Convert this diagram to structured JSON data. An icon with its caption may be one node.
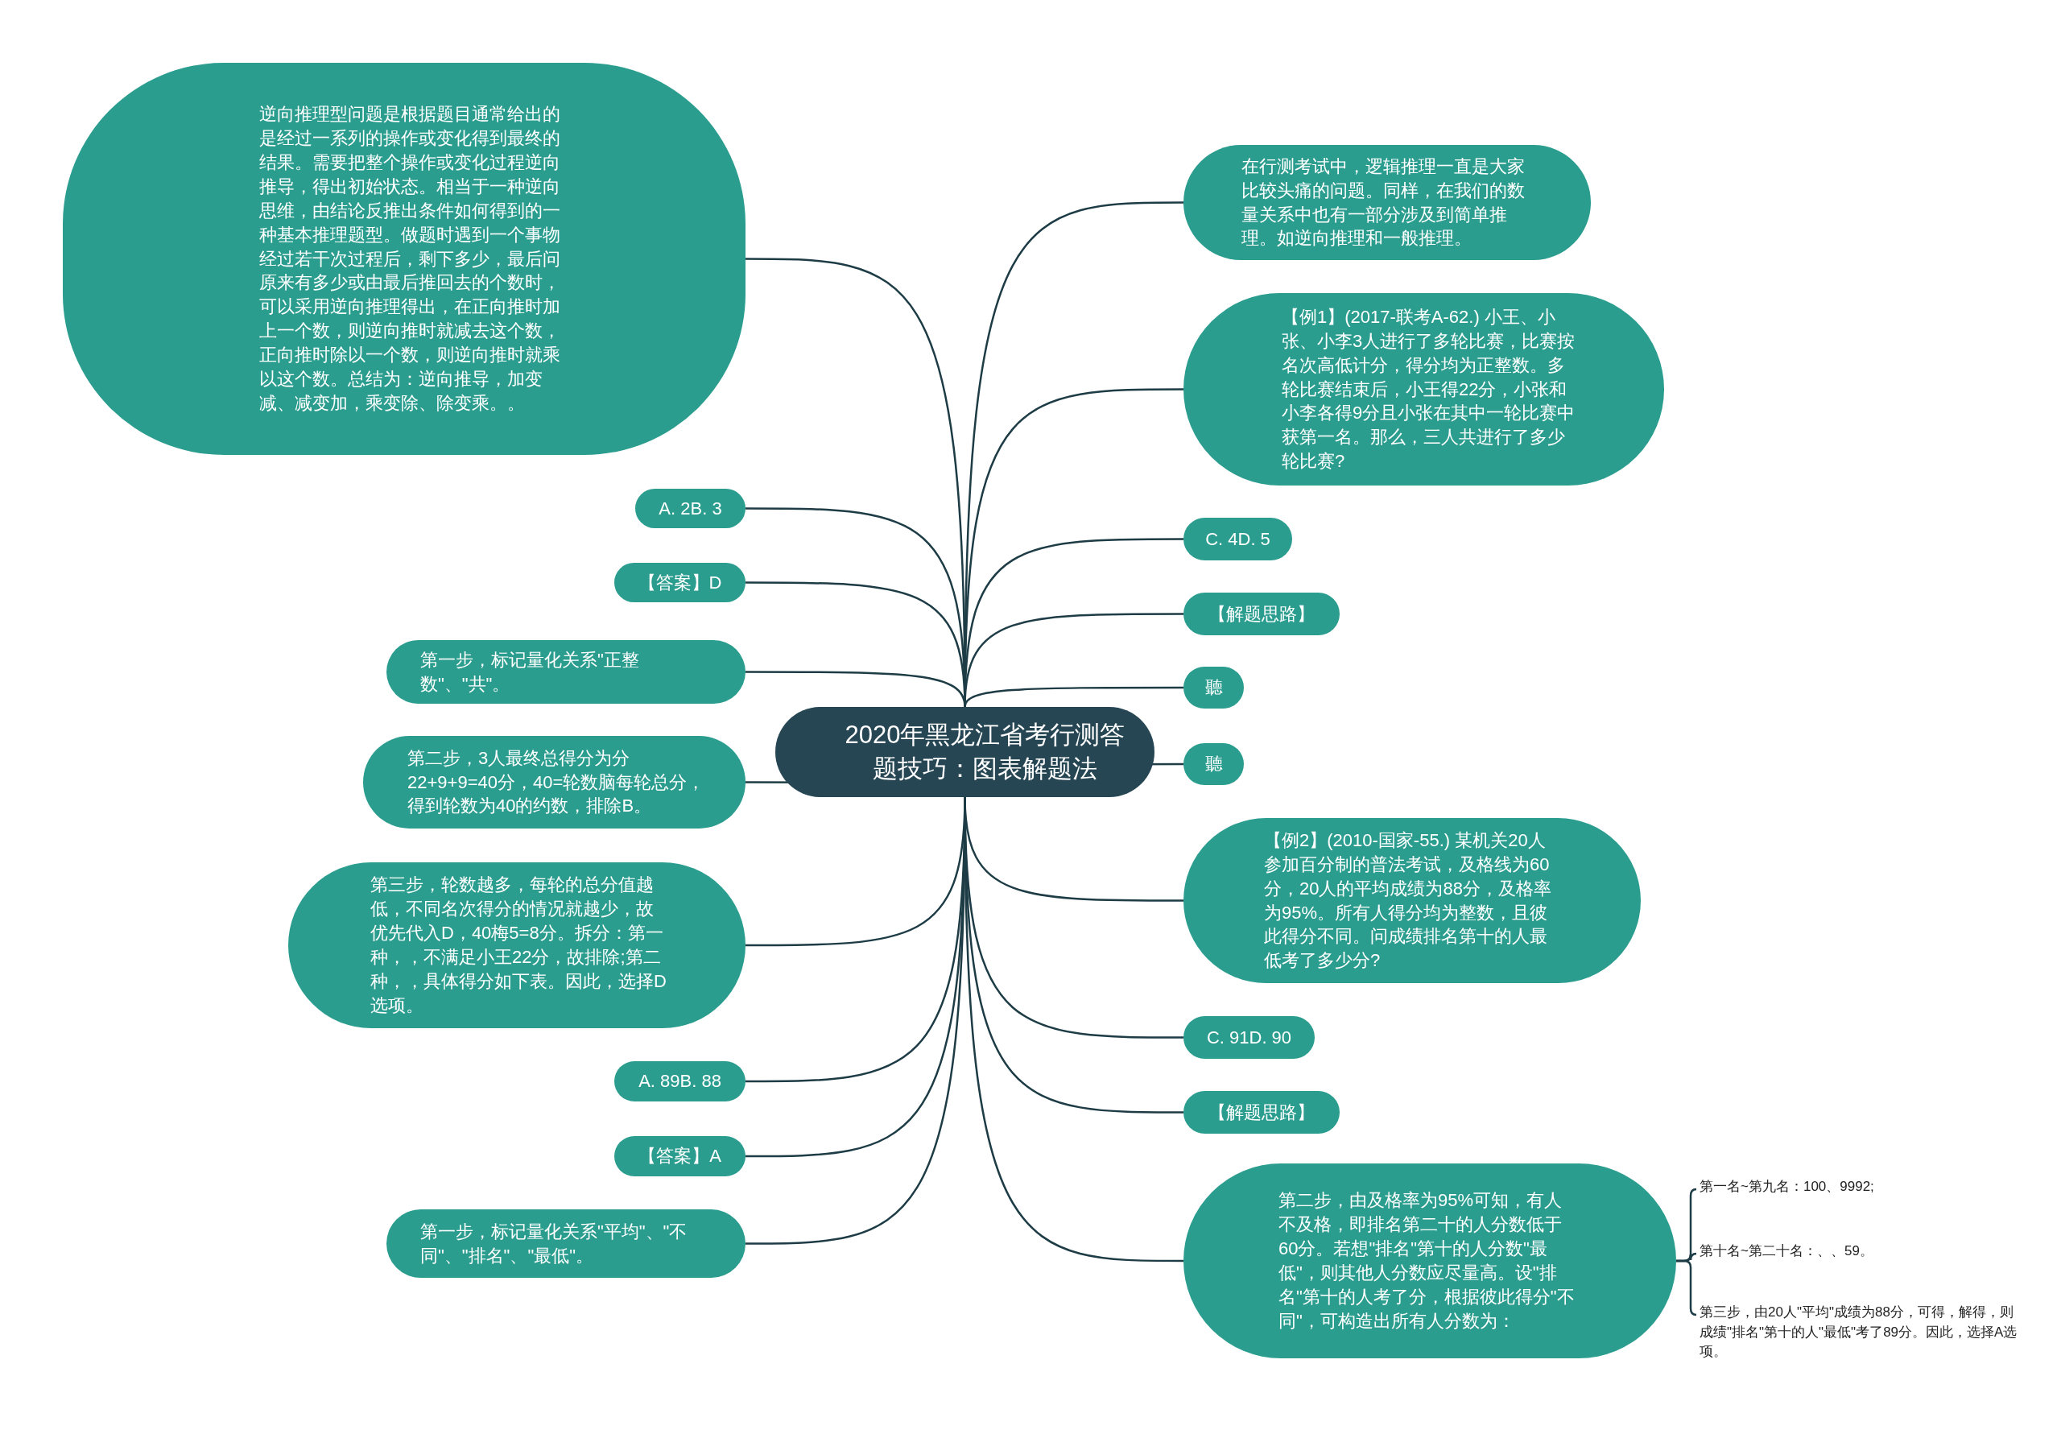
{
  "diagram": {
    "nodes": [
      {
        "text": [
          "2020年黑龙江省考行测答题技巧：图表解题法"
        ]
      },
      {
        "text": [
          "逆向推理型问题是根据题目通常给出的是经过一系列的操作或变化得到最终的结果。需要把整个操作或变化过程逆向推导，得出初始状态。相当于一种逆向思维，由结论反推出条件如何得到的一种基本推理题型。做题时遇到一个事物经过若干次过程后，剩下多少，最后问原来有多少或由最后推回去的个数时，可以采用逆向推理得出，在正向推时加上一个数，则逆向推时就减去这个数，正向推时除以一个数，则逆向推时就乘以这个数。总结为：逆向推导，加变减、减变加，乘变除、除变乘。。"
        ]
      },
      {
        "text": [
          "A. 2B. 3"
        ]
      },
      {
        "text": [
          "【答案】D"
        ]
      },
      {
        "text": [
          "第一步，标记量化关系\"正整数\"、\"共\"。"
        ]
      },
      {
        "text": [
          "第二步，3人最终总得分为分22+9+9=40分，40=轮数脑每轮总分，得到轮数为40的约数，排除B。"
        ]
      },
      {
        "text": [
          "第三步，轮数越多，每轮的总分值越低，不同名次得分的情况就越少，故优先代入D，40梅5=8分。拆分：第一种，，不满足小王22分，故排除;第二种，，具体得分如下表。因此，选择D选项。"
        ]
      },
      {
        "text": [
          "A. 89B. 88"
        ]
      },
      {
        "text": [
          "【答案】A"
        ]
      },
      {
        "text": [
          "第一步，标记量化关系\"平均\"、\"不同\"、\"排名\"、\"最低\"。"
        ]
      },
      {
        "text": [
          "在行测考试中，逻辑推理一直是大家比较头痛的问题。同样，在我们的数量关系中也有一部分涉及到简单推理。如逆向推理和一般推理。"
        ]
      },
      {
        "text": [
          "【例1】(2017-联考A-62.) 小王、小张、小李3人进行了多轮比赛，比赛按名次高低计分，得分均为正整数。多轮比赛结束后，小王得22分，小张和小李各得9分且小张在其中一轮比赛中获第一名。那么，三人共进行了多少轮比赛?"
        ]
      },
      {
        "text": [
          "C. 4D. 5"
        ]
      },
      {
        "text": [
          "【解题思路】"
        ]
      },
      {
        "text": [
          "聽"
        ]
      },
      {
        "text": [
          "聽"
        ]
      },
      {
        "text": [
          "【例2】(2010-国家-55.) 某机关20人参加百分制的普法考试，及格线为60分，20人的平均成绩为88分，及格率为95%。所有人得分均为整数，且彼此得分不同。问成绩排名第十的人最低考了多少分?"
        ]
      },
      {
        "text": [
          "C. 91D. 90"
        ]
      },
      {
        "text": [
          "【解题思路】"
        ]
      },
      {
        "text": [
          "第二步，由及格率为95%可知，有人不及格，即排名第二十的人分数低于60分。若想\"排名\"第十的人分数\"最低\"，则其他人分数应尽量高。设\"排名\"第十的人考了分，根据彼此得分\"不同\"，可构造出所有人分数为："
        ]
      },
      {
        "text": [
          "第一名~第九名：100、9992;"
        ]
      },
      {
        "text": [
          "第十名~第二十名：、、59。"
        ]
      },
      {
        "text": [
          "第三步，由20人\"平均\"成绩为88分，可得，解得，则成绩\"排名\"第十的人\"最低\"考了89分。因此，选择A选项。"
        ]
      }
    ],
    "edges": [
      {
        "from": 0,
        "to": 1,
        "arrow": "none"
      },
      {
        "from": 0,
        "to": 2,
        "arrow": "none"
      },
      {
        "from": 0,
        "to": 3,
        "arrow": "none"
      },
      {
        "from": 0,
        "to": 4,
        "arrow": "none"
      },
      {
        "from": 0,
        "to": 5,
        "arrow": "none"
      },
      {
        "from": 0,
        "to": 6,
        "arrow": "none"
      },
      {
        "from": 0,
        "to": 7,
        "arrow": "none"
      },
      {
        "from": 0,
        "to": 8,
        "arrow": "none"
      },
      {
        "from": 0,
        "to": 9,
        "arrow": "none"
      },
      {
        "from": 0,
        "to": 10,
        "arrow": "none"
      },
      {
        "from": 0,
        "to": 11,
        "arrow": "none"
      },
      {
        "from": 0,
        "to": 12,
        "arrow": "none"
      },
      {
        "from": 0,
        "to": 13,
        "arrow": "none"
      },
      {
        "from": 0,
        "to": 14,
        "arrow": "none"
      },
      {
        "from": 0,
        "to": 15,
        "arrow": "none"
      },
      {
        "from": 0,
        "to": 16,
        "arrow": "none"
      },
      {
        "from": 0,
        "to": 17,
        "arrow": "none"
      },
      {
        "from": 0,
        "to": 18,
        "arrow": "none"
      },
      {
        "from": 0,
        "to": 19,
        "arrow": "none"
      },
      {
        "from": 19,
        "to": 20,
        "arrow": "none"
      },
      {
        "from": 19,
        "to": 21,
        "arrow": "none"
      },
      {
        "from": 19,
        "to": 22,
        "arrow": "none"
      }
    ]
  }
}
